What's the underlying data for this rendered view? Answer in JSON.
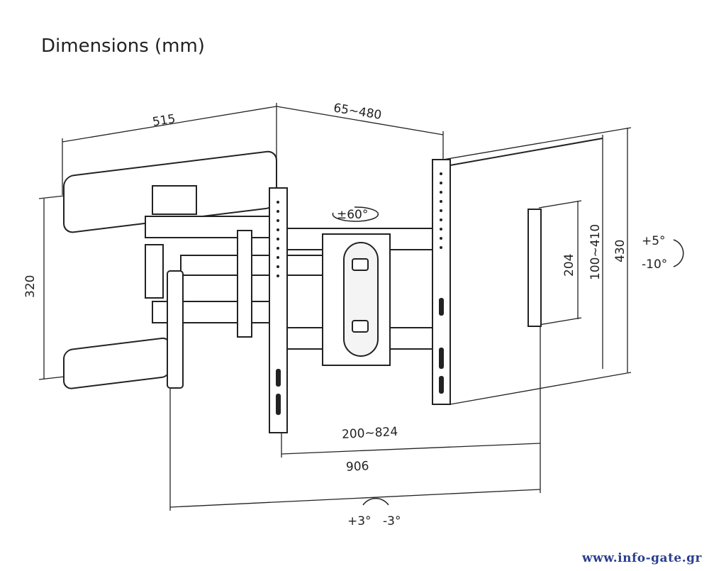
{
  "title": "Dimensions (mm)",
  "dimensions": {
    "arm_depth": "515",
    "extension": "65~480",
    "height_left": "320",
    "vesa_horizontal": "200~824",
    "overall_width": "906",
    "vesa_vertical_small": "204",
    "vesa_vertical_range": "100~410",
    "plate_height": "430",
    "swivel": "±60°",
    "tilt_up": "+5°",
    "tilt_down": "-10°",
    "level_plus": "+3°",
    "level_minus": "-3°"
  },
  "watermark": "www.info-gate.gr"
}
